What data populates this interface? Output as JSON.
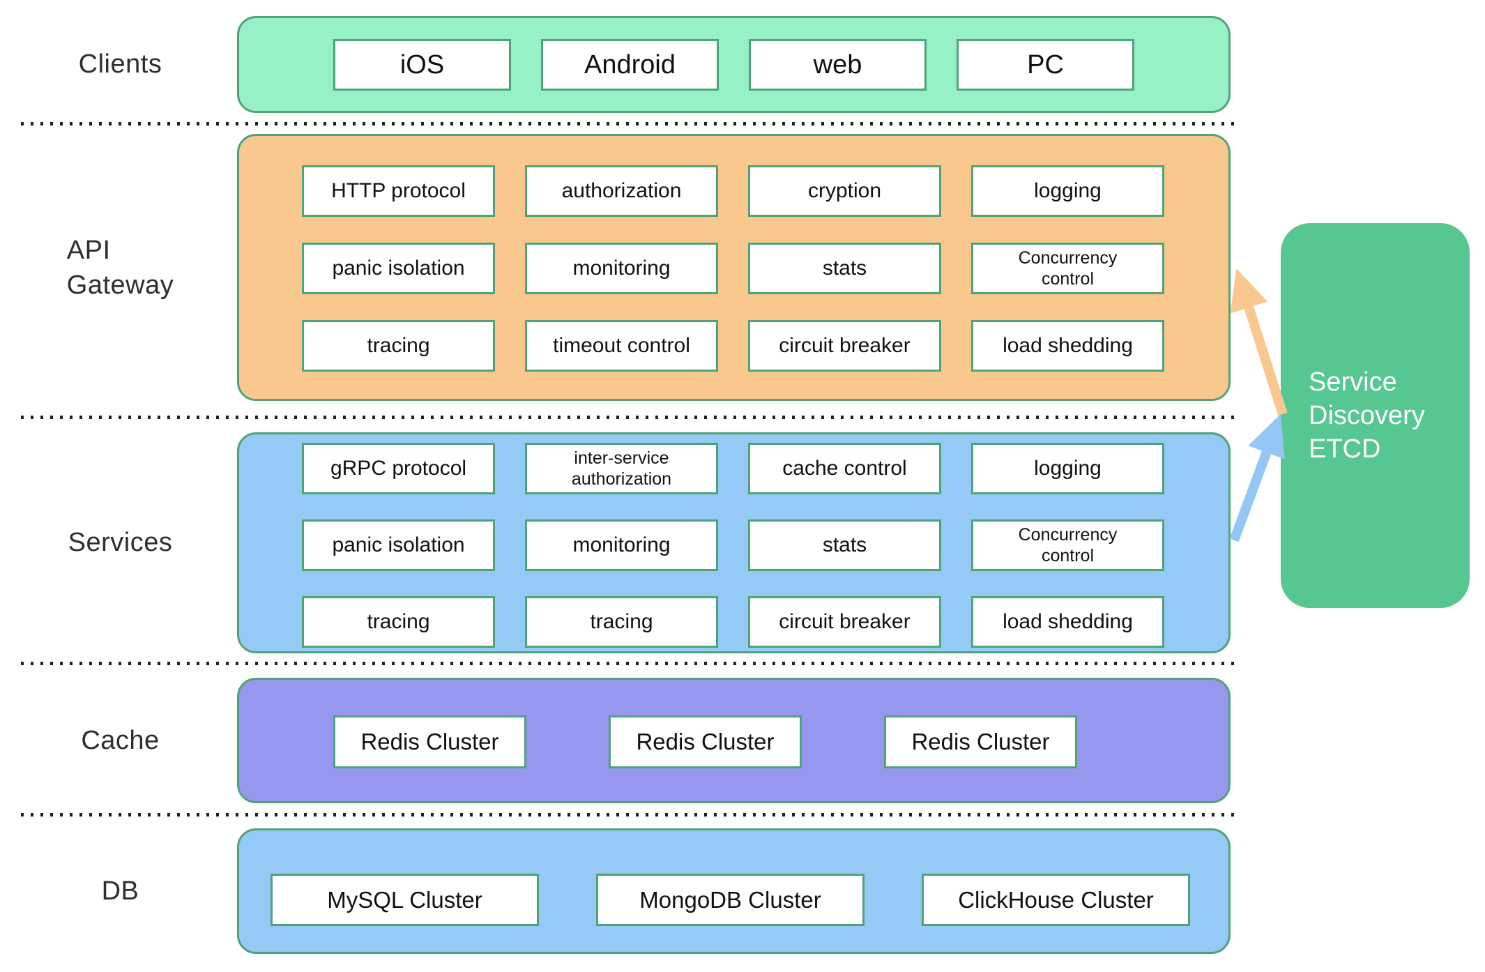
{
  "colors": {
    "clients_fill": "#96F2C6",
    "gateway_fill": "#F9C88F",
    "services_fill": "#95C9F6",
    "cache_fill": "#9697EE",
    "db_fill": "#95C9F6",
    "etcd_fill": "#56C791",
    "box_border": "#4FA476",
    "arrow_orange": "#F9C88F",
    "arrow_blue": "#94C6F6"
  },
  "rows": {
    "clients": {
      "label": "Clients",
      "items": [
        "iOS",
        "Android",
        "web",
        "PC"
      ]
    },
    "gateway": {
      "label_line1": "API",
      "label_line2": "Gateway",
      "grid": [
        [
          "HTTP protocol",
          "authorization",
          "cryption",
          "logging"
        ],
        [
          "panic isolation",
          "monitoring",
          "stats",
          "Concurrency control"
        ],
        [
          "tracing",
          "timeout control",
          "circuit breaker",
          "load shedding"
        ]
      ]
    },
    "services": {
      "label": "Services",
      "grid": [
        [
          "gRPC protocol",
          "inter-service authorization",
          "cache control",
          "logging"
        ],
        [
          "panic isolation",
          "monitoring",
          "stats",
          "Concurrency control"
        ],
        [
          "tracing",
          "tracing",
          "circuit breaker",
          "load shedding"
        ]
      ]
    },
    "cache": {
      "label": "Cache",
      "items": [
        "Redis Cluster",
        "Redis Cluster",
        "Redis Cluster"
      ]
    },
    "db": {
      "label": "DB",
      "items": [
        "MySQL Cluster",
        "MongoDB Cluster",
        "ClickHouse Cluster"
      ]
    }
  },
  "etcd": {
    "lines": [
      "Service",
      "Discovery",
      "ETCD"
    ]
  }
}
